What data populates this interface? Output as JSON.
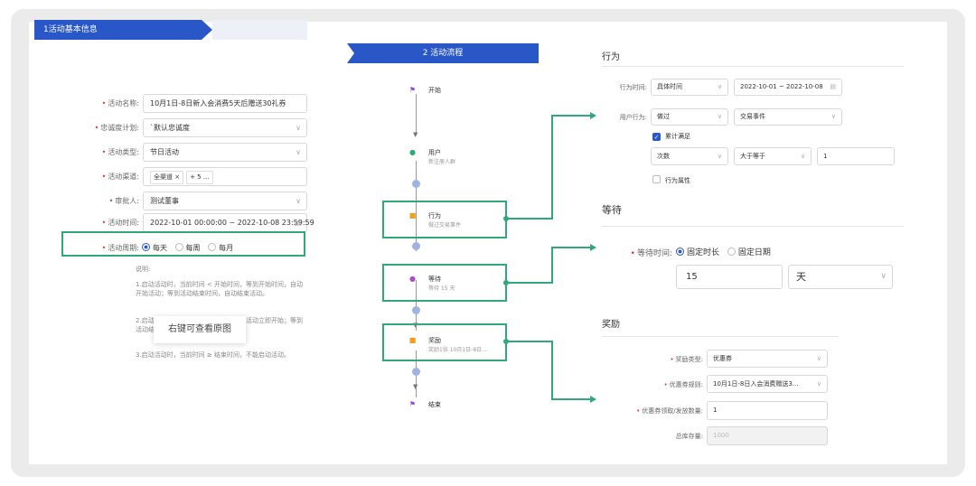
{
  "step1": {
    "label": "1活动基本信息"
  },
  "basic_form": {
    "rows": [
      {
        "label": "活动名称:",
        "value": "10月1日-8日新入会消费5天后赠送30礼券"
      },
      {
        "label": "忠诚度计划:",
        "value": "`默认忠诚度"
      },
      {
        "label": "活动类型:",
        "value": "节日活动"
      },
      {
        "label": "活动渠道:",
        "tags": [
          "全渠道 ×",
          "+ 5 ..."
        ]
      },
      {
        "label": "审批人:",
        "value": "测试董事"
      },
      {
        "label": "活动时间:",
        "value": "2022-10-01 00:00:00 ~ 2022-10-08 23:59:59"
      }
    ],
    "period": {
      "label": "活动周期:",
      "options": [
        "每天",
        "每周",
        "每月"
      ],
      "selected": "每天"
    },
    "note_title": "说明:",
    "notes": [
      "1.启动活动时，当前时间 < 开始时间，等到开始时间，自动开始活动；等到活动结束时间，自动结束活动。",
      "2.启动活动时，当前时间 ≥ 开始时间，活动立即开始；等到活动结束时间，自动结束活动。",
      "3.启动活动时，当前时间 ≥ 结束时间，不能启动活动。"
    ],
    "tooltip": "右键可查看原图"
  },
  "step2": {
    "label": "2 活动流程"
  },
  "flow": {
    "start": "开始",
    "nodes": [
      {
        "title": "用户",
        "sub": "新注册人群"
      },
      {
        "title": "行为",
        "sub": "做过交易事件"
      },
      {
        "title": "等待",
        "sub": "等待 15 天"
      },
      {
        "title": "奖励",
        "sub": "奖励1张 10月1日-8日..."
      }
    ],
    "end": "结束"
  },
  "behavior": {
    "title": "行为",
    "time_label": "行为时间:",
    "time_type": "具体时间",
    "time_range": "2022-10-01 ~ 2022-10-08",
    "user_label": "用户行为:",
    "did": "做过",
    "event": "交易事件",
    "accumulate": "累计满足",
    "metric": "次数",
    "operator": "大于等于",
    "value": "1",
    "attr": "行为属性"
  },
  "wait": {
    "title": "等待",
    "label": "等待时间:",
    "options": [
      "固定时长",
      "固定日期"
    ],
    "selected": "固定时长",
    "amount": "15",
    "unit": "天"
  },
  "reward": {
    "title": "奖励",
    "type_label": "奖励类型:",
    "type": "优惠券",
    "rule_label": "优惠券规则:",
    "rule": "10月1日-8日入会消费赠送3...",
    "qty_label": "优惠券领取/发放数量:",
    "qty": "1",
    "stock_label": "总库存量:",
    "stock": "1000"
  }
}
